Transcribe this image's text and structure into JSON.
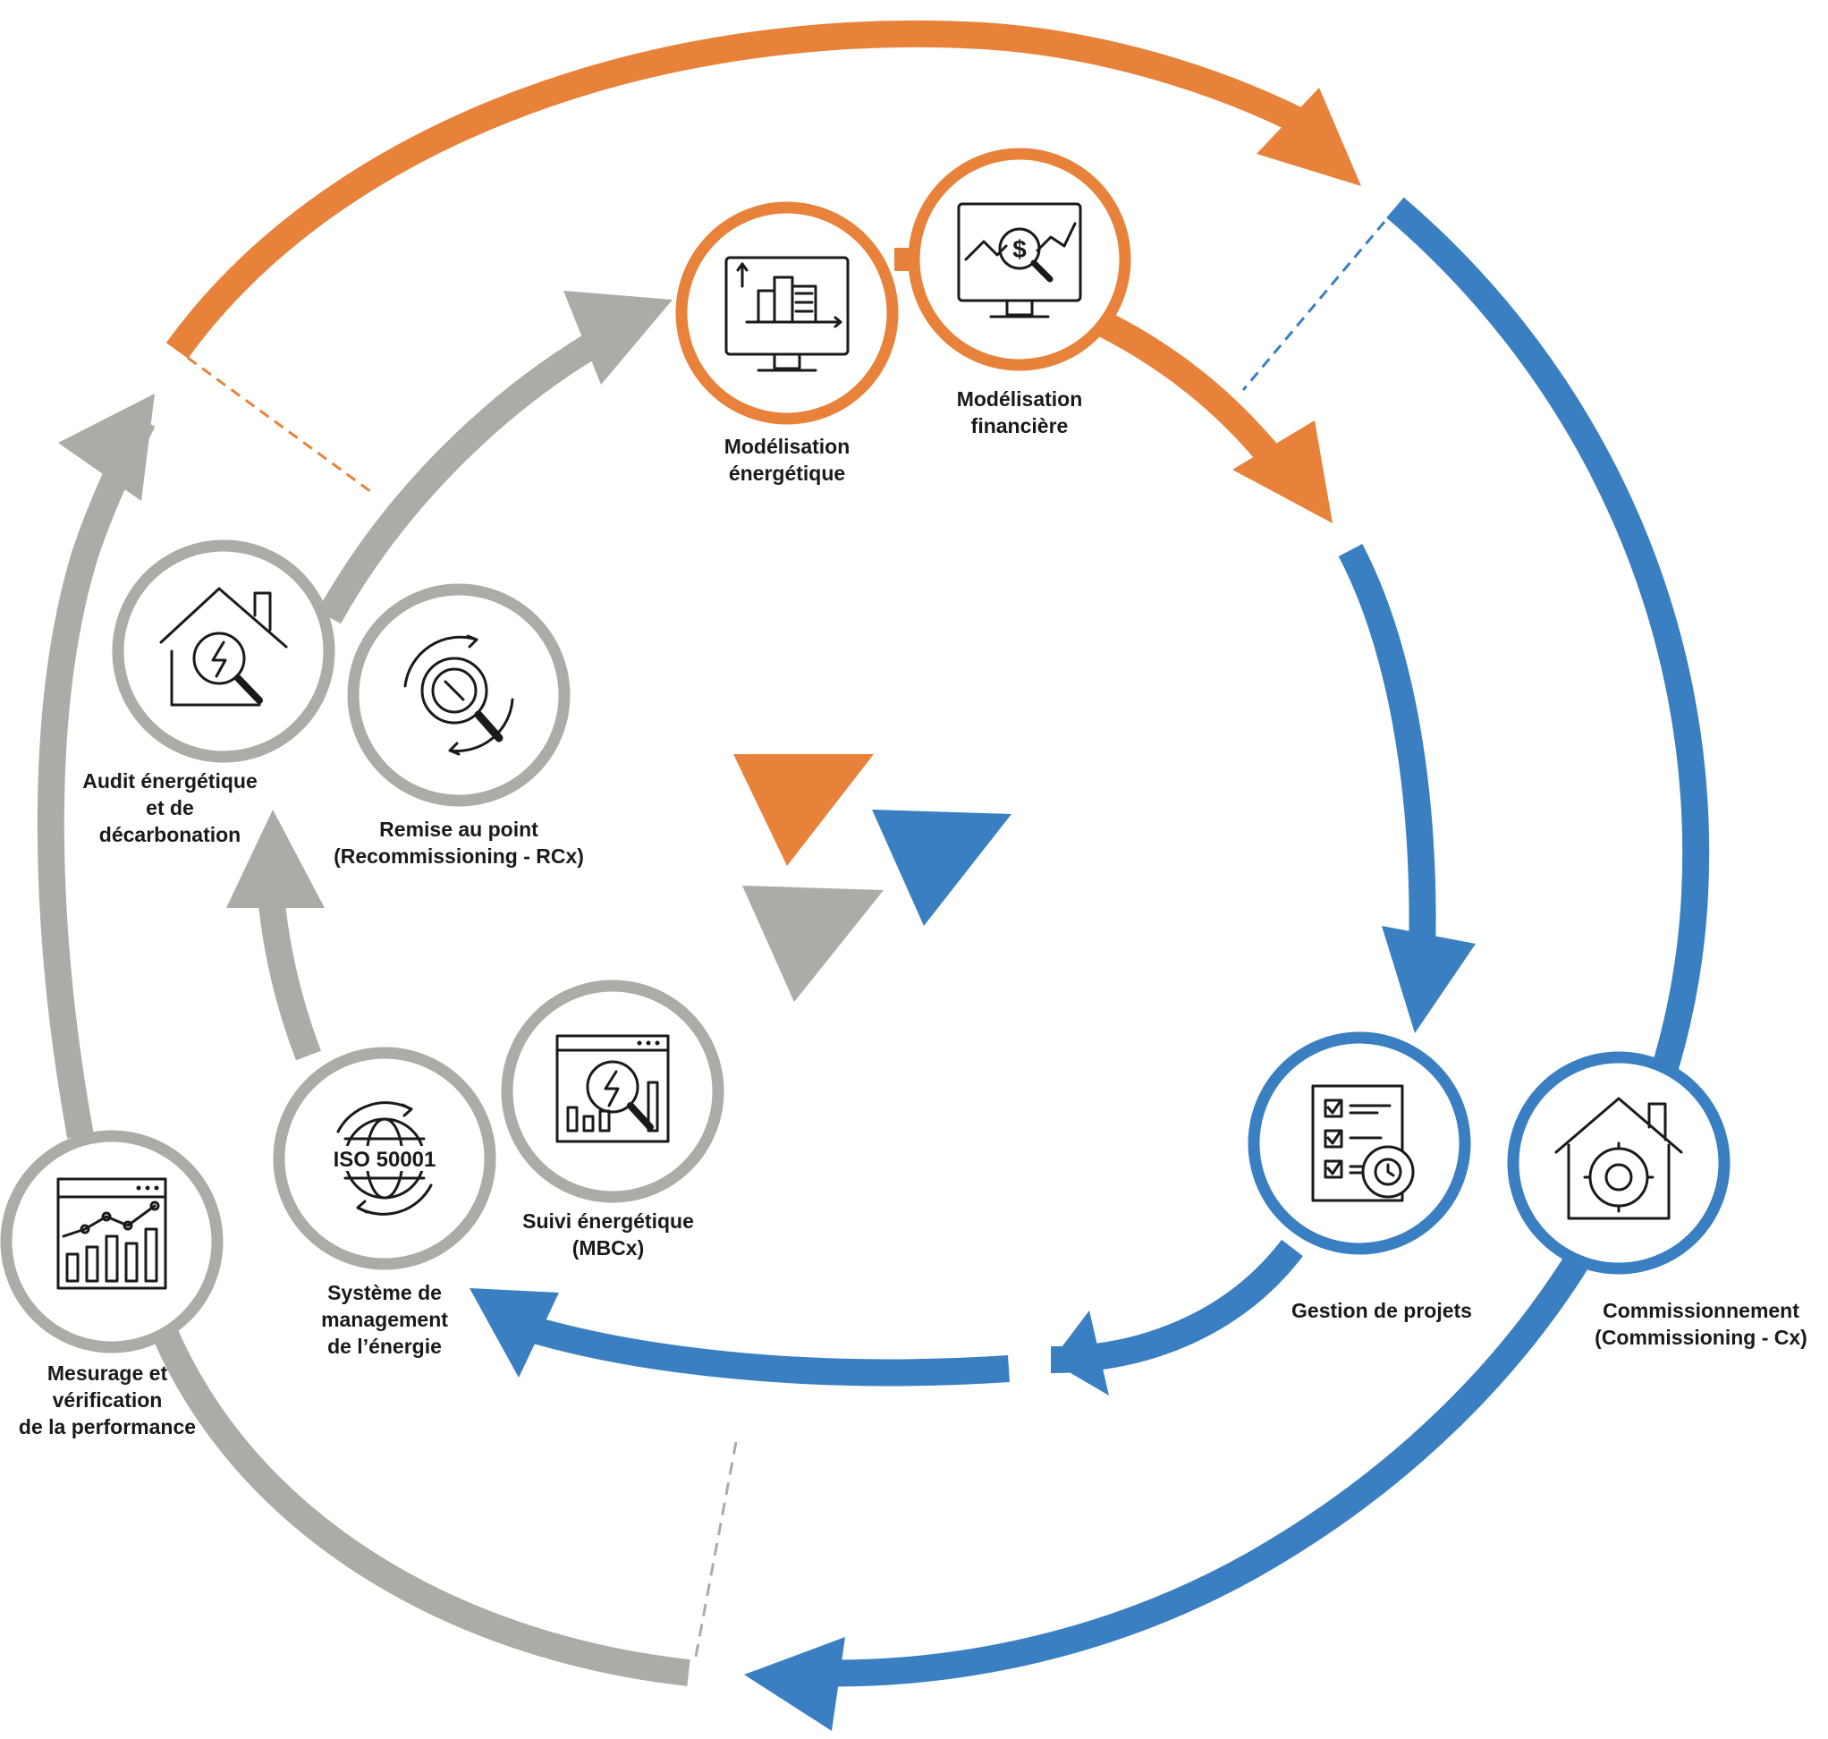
{
  "colors": {
    "orange": "#E8823A",
    "blue": "#3A7FC1",
    "gray": "#ADABA5",
    "text": "#1a1a1a"
  },
  "labels": {
    "modelisation_energetique": "Modélisation\nénergétique",
    "modelisation_financiere": "Modélisation\nfinancière",
    "audit": "Audit énergétique\net de\ndécarbonation",
    "remise_au_point": "Remise au point\n(Recommissioning - RCx)",
    "suivi": "Suivi énergétique\n(MBCx)",
    "systeme_management": "Système de\nmanagement\nde l’énergie",
    "mesurage": "Mesurage et\nvérification\nde la performance",
    "gestion_projets": "Gestion de projets",
    "commissionnement": "Commissionnement\n(Commissioning - Cx)"
  },
  "icons": {
    "modelisation_energetique": "monitor-building-chart-icon",
    "modelisation_financiere": "monitor-dollar-analysis-icon",
    "audit": "house-energy-magnifier-icon",
    "remise_au_point": "gear-wrench-magnifier-cycle-icon",
    "suivi": "dashboard-energy-magnifier-icon",
    "systeme_management": "iso-50001-globe-icon",
    "mesurage": "bar-chart-trend-icon",
    "gestion_projets": "checklist-gear-icon",
    "commissionnement": "house-gear-icon"
  },
  "iso_text": "ISO 50001"
}
